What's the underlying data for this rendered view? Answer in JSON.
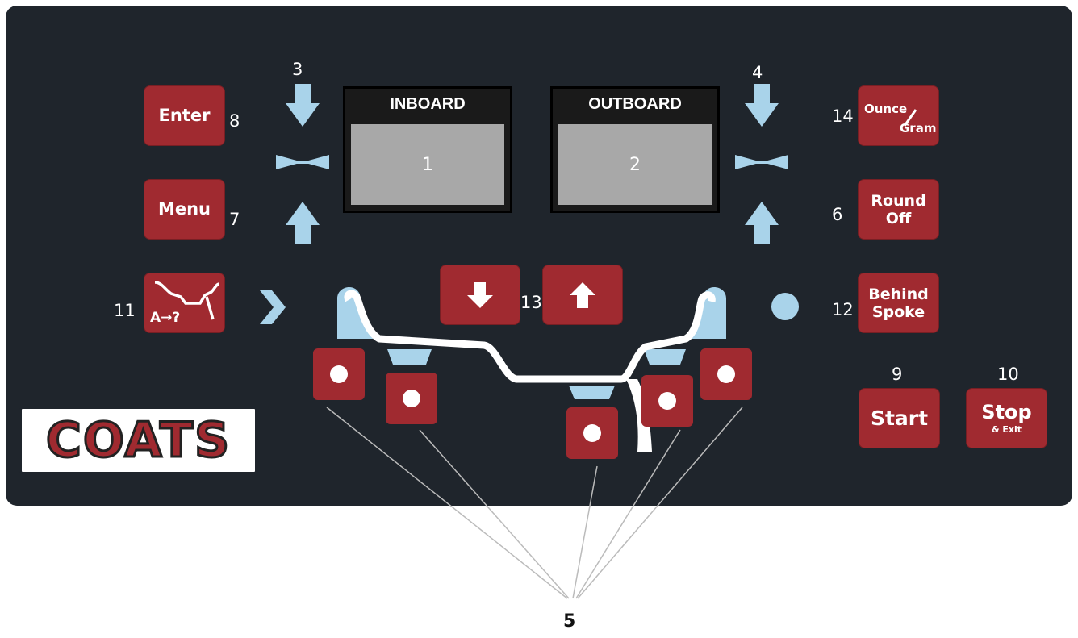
{
  "colors": {
    "panel": "#1f252c",
    "button": "#a02a30",
    "arrow": "#a9d3ea",
    "screen": "#a8a8a8"
  },
  "icons": {
    "inboard_arrows": "down-arrow-converge-up-arrow-icon",
    "outboard_arrows": "down-arrow-converge-up-arrow-icon",
    "chevron": "chevron-right-icon",
    "indicator": "status-dot-icon",
    "rim": "wheel-rim-profile-icon",
    "dataset": "rim-dimension-icon"
  },
  "displays": {
    "inboard": {
      "title": "INBOARD",
      "value": "1"
    },
    "outboard": {
      "title": "OUTBOARD",
      "value": "2"
    }
  },
  "buttons": {
    "enter": {
      "label": "Enter",
      "num": "8"
    },
    "menu": {
      "label": "Menu",
      "num": "7"
    },
    "dataset": {
      "label": "A→?",
      "num": "11"
    },
    "ounce_gram": {
      "label1": "Ounce",
      "label2": "Gram",
      "num": "14"
    },
    "round_off": {
      "label1": "Round",
      "label2": "Off",
      "num": "6"
    },
    "behind_spoke": {
      "label1": "Behind",
      "label2": "Spoke",
      "num": "12"
    },
    "start": {
      "label": "Start",
      "num": "9"
    },
    "stop": {
      "label": "Stop",
      "sub": "& Exit",
      "num": "10"
    },
    "scroll": {
      "num": "13"
    }
  },
  "callouts": {
    "inboard_arrow_num": "3",
    "outboard_arrow_num": "4",
    "weight_positions_num": "5"
  },
  "logo": {
    "text": "COATS"
  }
}
